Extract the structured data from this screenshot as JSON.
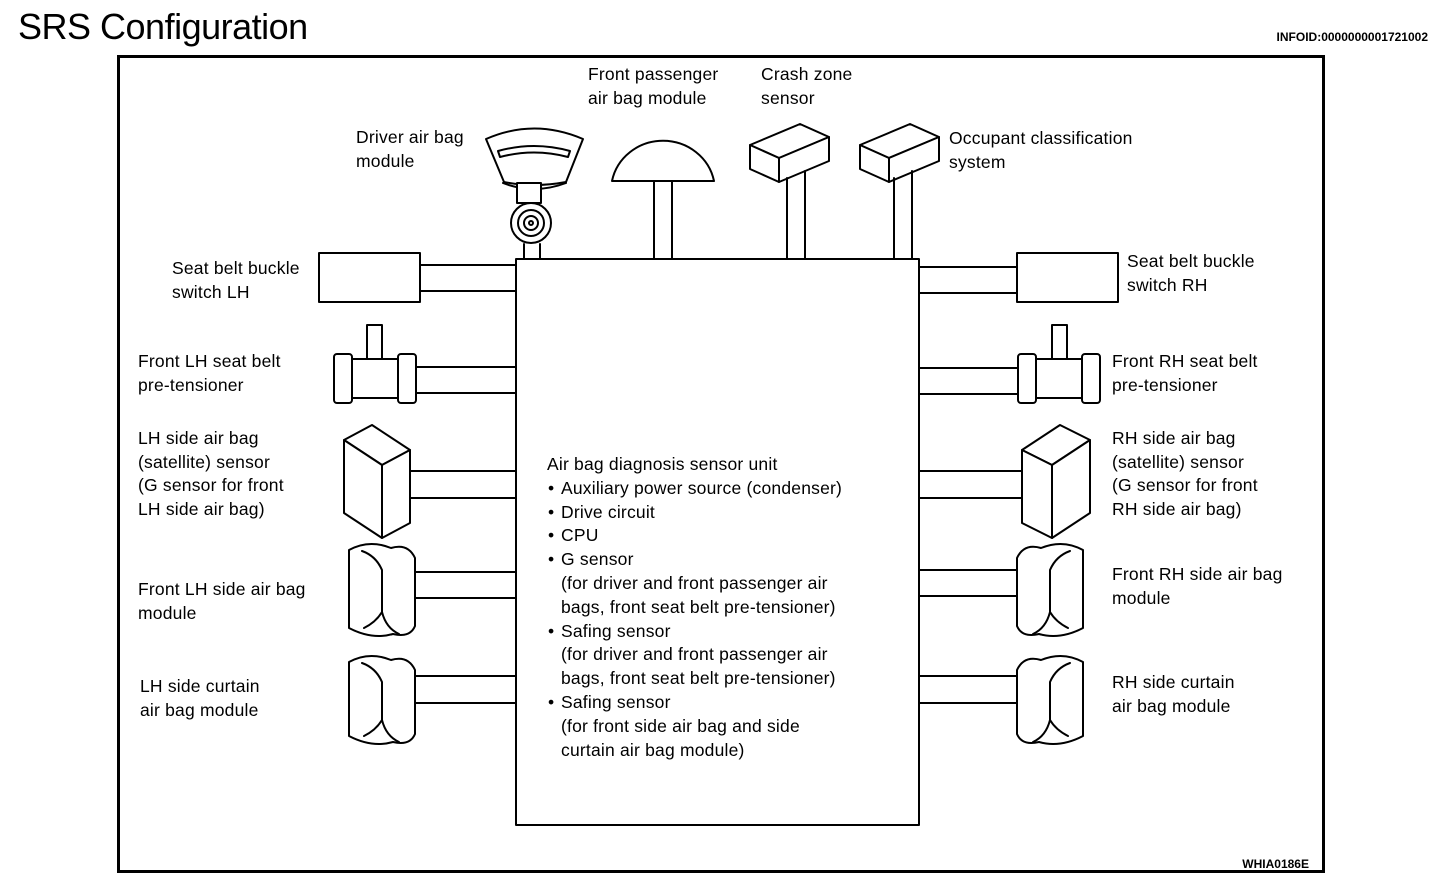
{
  "page": {
    "title": "SRS Configuration",
    "info_id": "INFOID:0000000001721002",
    "figure_code": "WHIA0186E"
  },
  "unit": {
    "title": "Air bag diagnosis sensor unit",
    "items": [
      {
        "line1": "Auxiliary power source (condenser)"
      },
      {
        "line1": "Drive circuit"
      },
      {
        "line1": "CPU"
      },
      {
        "line1": "G sensor",
        "line2": "(for driver and front passenger air",
        "line3": "bags, front seat belt pre-tensioner)"
      },
      {
        "line1": "Safing sensor",
        "line2": "(for driver and front passenger air",
        "line3": "bags, front seat belt pre-tensioner)"
      },
      {
        "line1": "Safing sensor",
        "line2": "(for front side air bag and side",
        "line3": "curtain air bag module)"
      }
    ]
  },
  "components": {
    "driver_airbag": {
      "line1": "Driver air bag",
      "line2": "module"
    },
    "passenger_airbag": {
      "line1": "Front passenger",
      "line2": "air bag module"
    },
    "crash_zone": {
      "line1": "Crash zone",
      "line2": "sensor"
    },
    "occupant": {
      "line1": "Occupant classification",
      "line2": "system"
    },
    "buckle_lh": {
      "line1": "Seat belt buckle",
      "line2": "switch LH"
    },
    "buckle_rh": {
      "line1": "Seat belt buckle",
      "line2": "switch RH"
    },
    "pretensioner_lh": {
      "line1": "Front LH seat belt",
      "line2": "pre-tensioner"
    },
    "pretensioner_rh": {
      "line1": "Front RH seat belt",
      "line2": "pre-tensioner"
    },
    "side_sensor_lh": {
      "line1": "LH side air bag",
      "line2": "(satellite) sensor",
      "line3": "(G sensor for front",
      "line4": "LH side air bag)"
    },
    "side_sensor_rh": {
      "line1": "RH side air bag",
      "line2": "(satellite) sensor",
      "line3": "(G sensor for front",
      "line4": "RH side air bag)"
    },
    "side_airbag_lh": {
      "line1": "Front LH side air bag",
      "line2": "module"
    },
    "side_airbag_rh": {
      "line1": "Front RH side air bag",
      "line2": "module"
    },
    "curtain_lh": {
      "line1": "LH side curtain",
      "line2": "air bag module"
    },
    "curtain_rh": {
      "line1": "RH side curtain",
      "line2": "air bag module"
    }
  }
}
